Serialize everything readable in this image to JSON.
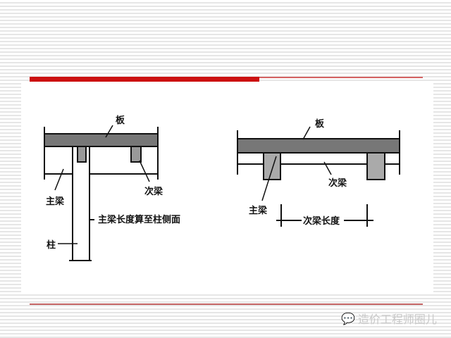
{
  "left_diagram": {
    "slab": "板",
    "secondary_beam": "次梁",
    "main_beam": "主梁",
    "column": "柱",
    "note": "主梁长度算至柱侧面"
  },
  "right_diagram": {
    "slab": "板",
    "secondary_beam": "次梁",
    "main_beam": "主梁",
    "dimension": "次梁长度"
  },
  "watermark": "造价工程师圈儿",
  "colors": {
    "accent": "#cc1111",
    "rule": "#b03030"
  }
}
